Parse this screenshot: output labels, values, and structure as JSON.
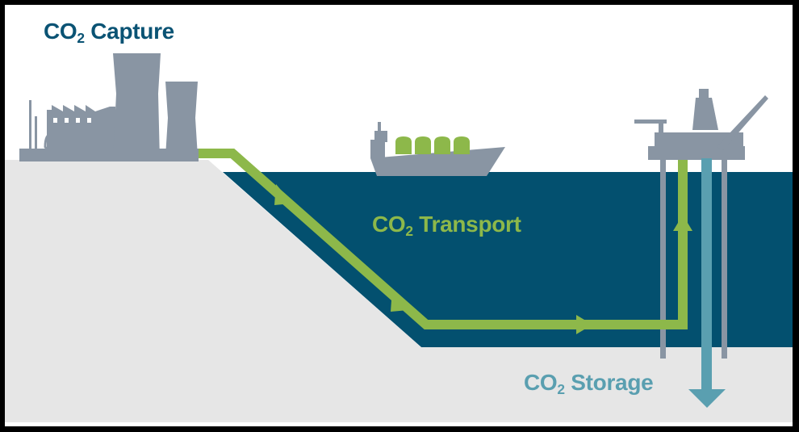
{
  "diagram": {
    "title": "CO2 Capture, Transport and Storage",
    "labels": {
      "capture": {
        "prefix": "CO",
        "sub": "2",
        "suffix": " Capture"
      },
      "transport": {
        "prefix": "CO",
        "sub": "2",
        "suffix": " Transport"
      },
      "storage": {
        "prefix": "CO",
        "sub": "2",
        "suffix": " Storage"
      }
    },
    "icons": [
      "factory-icon",
      "ship-icon",
      "offshore-platform-icon"
    ],
    "flow_direction": [
      "capture",
      "transport",
      "storage"
    ],
    "colors": {
      "sea": "#03506f",
      "seabed": "#e6e6e6",
      "structure_gray": "#8995a3",
      "pipeline_green": "#8db84a",
      "storage_teal": "#5a9fb0",
      "capture_text": "#0a5374",
      "background": "#ffffff",
      "frame": "#000000"
    }
  }
}
